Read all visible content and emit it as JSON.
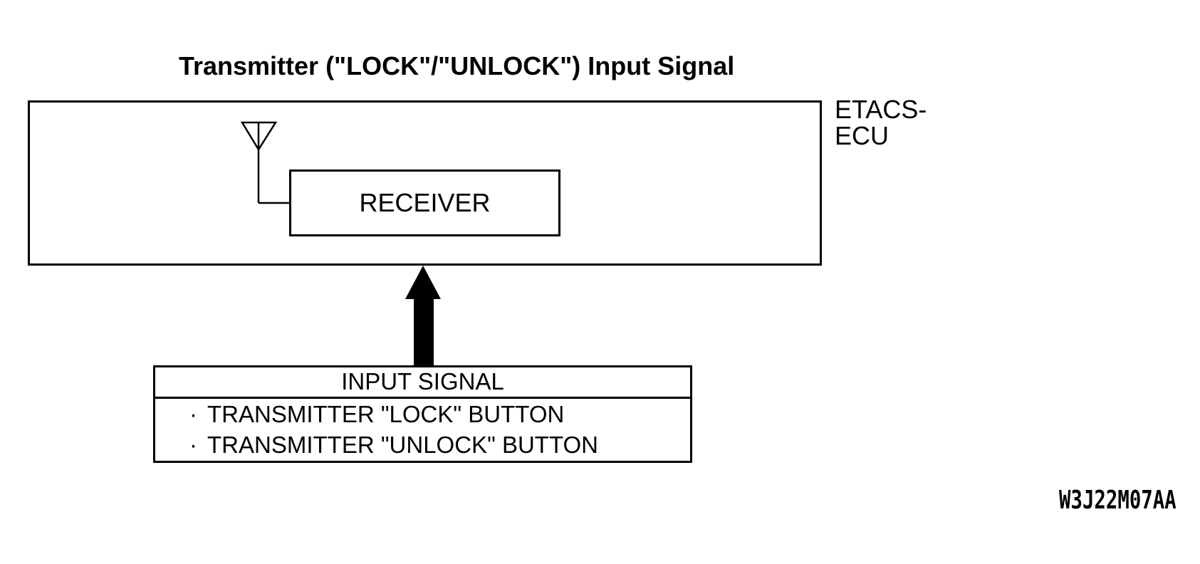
{
  "diagram": {
    "title": "Transmitter (\"LOCK\"/\"UNLOCK\") Input Signal",
    "etacs_ecu": {
      "label_line1": "ETACS-",
      "label_line2": "ECU"
    },
    "receiver": {
      "label": "RECEIVER"
    },
    "input_signal_box": {
      "header": "INPUT SIGNAL",
      "items": [
        {
          "bullet": "·",
          "label": "TRANSMITTER \"LOCK\" BUTTON"
        },
        {
          "bullet": "·",
          "label": "TRANSMITTER \"UNLOCK\" BUTTON"
        }
      ]
    },
    "figure_code": "W3J22M07AA",
    "icons": {
      "antenna": "antenna-icon",
      "signal_flow": "up-arrow-icon"
    },
    "colors": {
      "ink": "#000000",
      "background": "#ffffff"
    }
  }
}
